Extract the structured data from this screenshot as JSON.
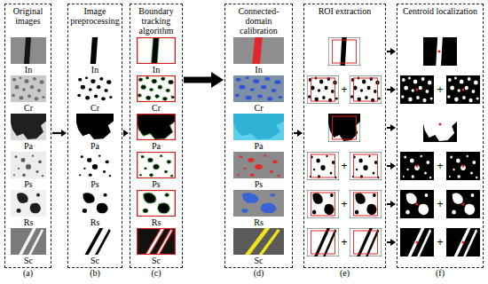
{
  "diagram": {
    "nodes": [
      {
        "text": [
          "Original images",
          "(a)"
        ]
      },
      {
        "text": [
          "In"
        ],
        "in": 0
      },
      {
        "text": [
          "Cr"
        ],
        "in": 0
      },
      {
        "text": [
          "Pa"
        ],
        "in": 0
      },
      {
        "text": [
          "Ps"
        ],
        "in": 0
      },
      {
        "text": [
          "Rs"
        ],
        "in": 0
      },
      {
        "text": [
          "Sc"
        ],
        "in": 0
      },
      {
        "text": [
          "Image preprocessing",
          "(b)"
        ]
      },
      {
        "text": [
          "In"
        ],
        "in": 7
      },
      {
        "text": [
          "Cr"
        ],
        "in": 7
      },
      {
        "text": [
          "Pa"
        ],
        "in": 7
      },
      {
        "text": [
          "Ps"
        ],
        "in": 7
      },
      {
        "text": [
          "Rs"
        ],
        "in": 7
      },
      {
        "text": [
          "Sc"
        ],
        "in": 7
      },
      {
        "text": [
          "Boundary tracking algorithm",
          "(c)"
        ]
      },
      {
        "text": [
          "In"
        ],
        "in": 14
      },
      {
        "text": [
          "Cr"
        ],
        "in": 14
      },
      {
        "text": [
          "Pa"
        ],
        "in": 14
      },
      {
        "text": [
          "Ps"
        ],
        "in": 14
      },
      {
        "text": [
          "Rs"
        ],
        "in": 14
      },
      {
        "text": [
          "Sc"
        ],
        "in": 14
      },
      {
        "text": [
          "Connected-domain calibration",
          "(d)"
        ]
      },
      {
        "text": [
          "In"
        ],
        "in": 21
      },
      {
        "text": [
          "Cr"
        ],
        "in": 21
      },
      {
        "text": [
          "Pa"
        ],
        "in": 21
      },
      {
        "text": [
          "Ps"
        ],
        "in": 21
      },
      {
        "text": [
          "Rs"
        ],
        "in": 21
      },
      {
        "text": [
          "Sc"
        ],
        "in": 21
      },
      {
        "text": [
          "ROI extraction",
          "(e)"
        ]
      },
      {
        "text": [
          "Centroid localization",
          "(f)"
        ]
      }
    ],
    "edges": [
      {
        "from": 0,
        "to": 7,
        "arrow": "to"
      },
      {
        "from": 7,
        "to": 14,
        "arrow": "to"
      },
      {
        "from": 14,
        "to": 21,
        "arrow": "to"
      },
      {
        "from": 21,
        "to": 28,
        "arrow": "to"
      },
      {
        "from": 28,
        "to": 29,
        "arrow": "to"
      }
    ],
    "labels": [
      "+",
      "+",
      "+",
      "+",
      "+",
      "+",
      "+",
      "+"
    ]
  }
}
